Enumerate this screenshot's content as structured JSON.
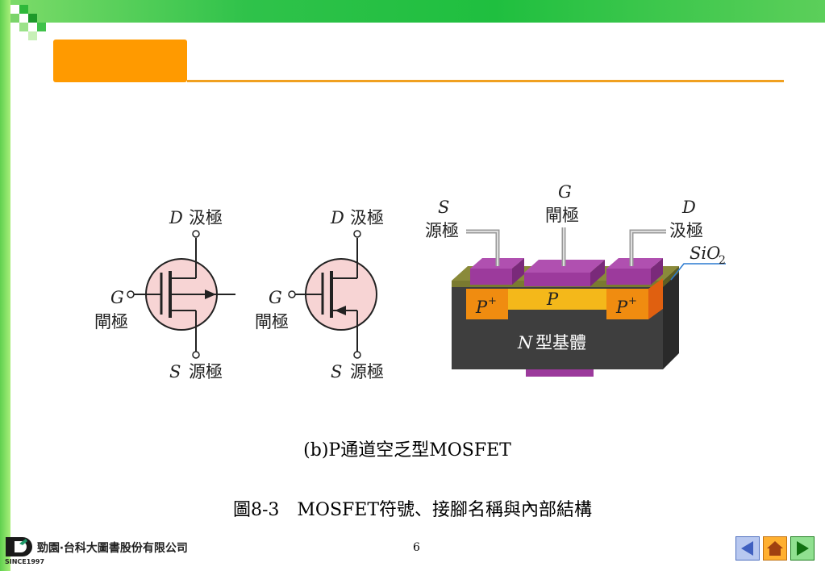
{
  "symbol1": {
    "drain": "D",
    "drain_label": "汲極",
    "gate": "G",
    "gate_label": "閘極",
    "source": "S",
    "source_label": "源極"
  },
  "symbol2": {
    "drain": "D",
    "drain_label": "汲極",
    "gate": "G",
    "gate_label": "閘極",
    "source": "S",
    "source_label": "源極"
  },
  "structure": {
    "source": "S",
    "source_label": "源極",
    "gate": "G",
    "gate_label": "閘極",
    "drain": "D",
    "drain_label": "汲極",
    "oxide": "SiO",
    "oxide_sub": "2",
    "p_left": "P",
    "p_right": "P",
    "p_sup": "+",
    "channel": "P",
    "substrate_n": "N",
    "substrate_label": "型基體"
  },
  "caption_sub": "(b)P通道空乏型MOSFET",
  "caption_main": "圖8-3　MOSFET符號、接腳名稱與內部結構",
  "page_number": "6",
  "publisher": "勁園‧台科大圖書股份有限公司",
  "publisher_since": "SINCE1997",
  "colors": {
    "accent": "#ff9a00",
    "green": "#1fbf3f",
    "symbol_fill": "#f7d4d4",
    "substrate": "#3e3e3e",
    "gate_metal": "#9c3a9c"
  }
}
